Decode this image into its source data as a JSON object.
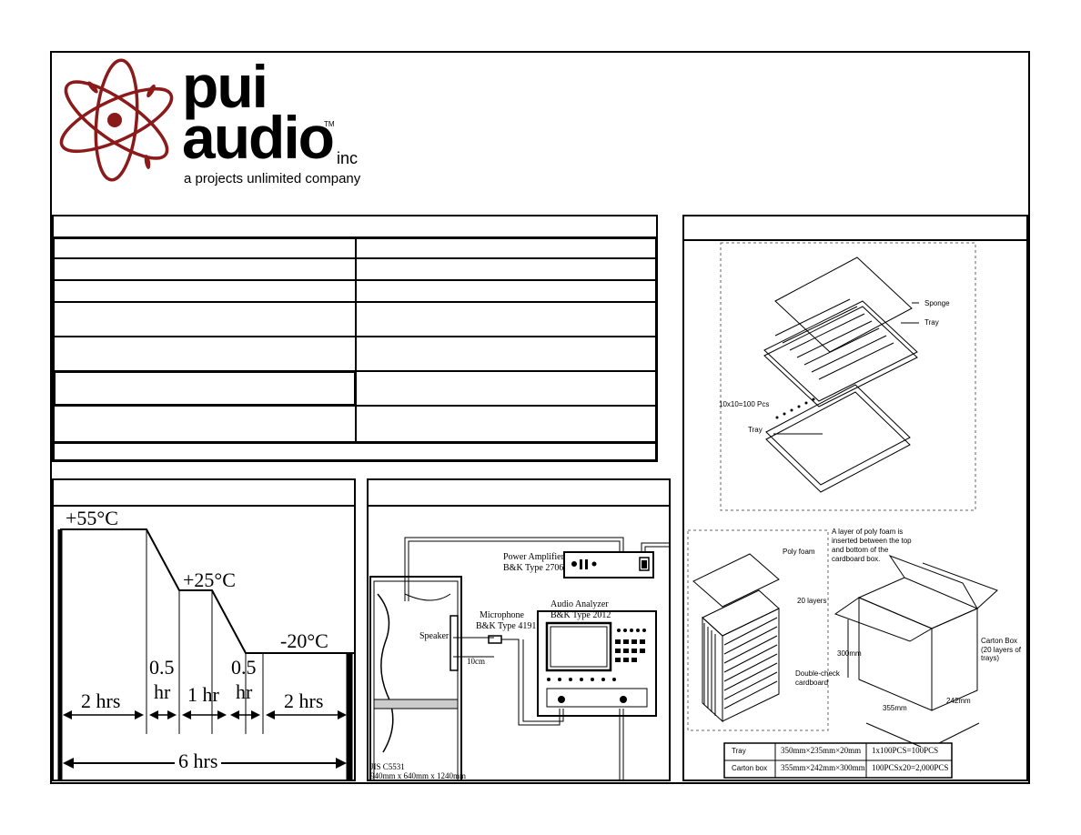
{
  "logo": {
    "brand_top": "pui",
    "brand_bottom": "audio",
    "suffix": "inc",
    "trademark": "TM",
    "tagline": "a projects unlimited company",
    "accent_color": "#8b1a1a"
  },
  "specs_table": {
    "rows": 8
  },
  "temp_profile": {
    "hot": "+55°C",
    "room": "+25°C",
    "cold": "-20°C",
    "seg1": "2 hrs",
    "ramp1_a": "0.5",
    "ramp1_b": "hr",
    "seg2": "1 hr",
    "ramp2_a": "0.5",
    "ramp2_b": "hr",
    "seg3": "2 hrs",
    "total": "6 hrs"
  },
  "test_setup": {
    "amp_label_1": "Power Amplifier",
    "amp_label_2": "B&K Type 2706",
    "analyzer_label_1": "Audio Analyzer",
    "analyzer_label_2": "B&K Type 2012",
    "mic_label_1": "Microphone",
    "mic_label_2": "B&K Type 4191",
    "speaker_label": "Speaker",
    "distance": "10cm",
    "baffle_1": "JIS C5531",
    "baffle_2": "940mm x 640mm x 1240mm"
  },
  "packaging": {
    "sponge": "Sponge",
    "tray_top": "Tray",
    "pcs": "10x10=100 Pcs",
    "tray_bottom": "Tray",
    "poly_foam": "Poly foam",
    "layers": "20 layers",
    "double_check": "Double-check",
    "cardboard": "cardboard",
    "note_1": "A layer of poly foam is",
    "note_2": "inserted between the top",
    "note_3": "and bottom of the",
    "note_4": "cardboard box.",
    "carton_1": "Carton Box",
    "carton_2": "(20 layers of trays)",
    "dim_w": "355mm",
    "dim_d": "242mm",
    "dim_h": "300mm",
    "table": [
      [
        "Tray",
        "350mm×235mm×20mm",
        "1x100PCS=100PCS"
      ],
      [
        "Carton box",
        "355mm×242mm×300mm",
        "100PCSx20=2,000PCS"
      ]
    ]
  }
}
